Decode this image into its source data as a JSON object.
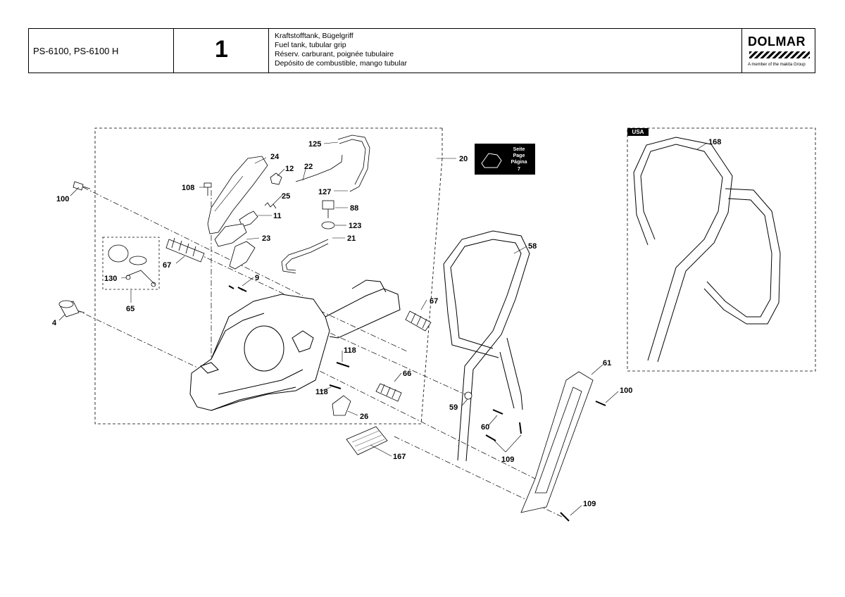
{
  "header": {
    "model": "PS-6100, PS-6100 H",
    "group_number": "1",
    "description": [
      "Kraftstofftank, Bügelgriff",
      "Fuel tank, tubular grip",
      "Réserv. carburant, poignée tubulaire",
      "Depósito de combustible, mango tubular"
    ],
    "brand": "DOLMAR",
    "brand_tagline": "A member of the makita Group"
  },
  "page_reference": [
    "Seite",
    "Page",
    "Página",
    "7"
  ],
  "usa_badge": "USA",
  "part_labels": [
    "100",
    "108",
    "24",
    "12",
    "22",
    "125",
    "20",
    "127",
    "25",
    "88",
    "11",
    "123",
    "21",
    "23",
    "67",
    "130",
    "9",
    "65",
    "4",
    "67",
    "118",
    "118",
    "66",
    "26",
    "167",
    "58",
    "59",
    "60",
    "109",
    "61",
    "100",
    "109",
    "168"
  ]
}
